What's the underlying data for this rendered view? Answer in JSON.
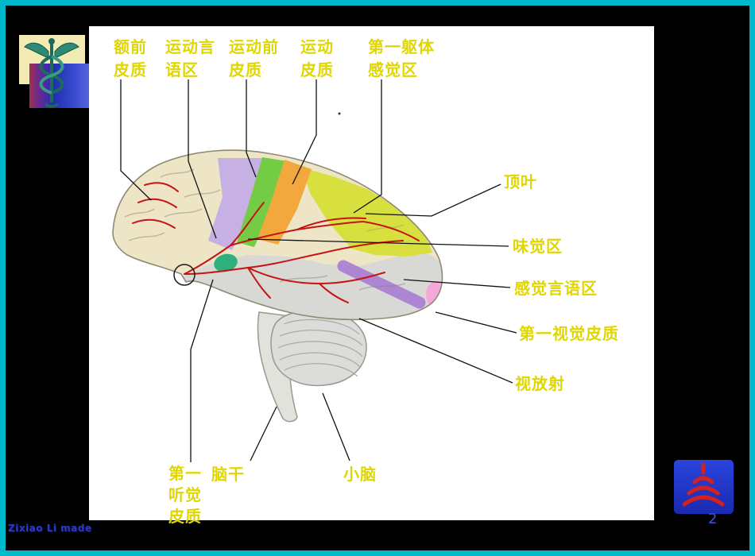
{
  "footer": {
    "credit": "Zixiao Li made",
    "page_number": "2"
  },
  "labels": {
    "top": [
      {
        "line1": "额前",
        "line2": "皮质"
      },
      {
        "line1": "运动言",
        "line2": "语区"
      },
      {
        "line1": "运动前",
        "line2": "皮质"
      },
      {
        "line1": "运动",
        "line2": "皮质"
      },
      {
        "line1": "第一躯体",
        "line2": "感觉区"
      }
    ],
    "right": [
      {
        "text": "顶叶"
      },
      {
        "text": "味觉区"
      },
      {
        "text": "感觉言语区"
      },
      {
        "text": "第一视觉皮质"
      },
      {
        "text": "视放射"
      }
    ],
    "bottom": [
      {
        "line1": "第一",
        "line2": "听觉",
        "line3": "皮质"
      },
      {
        "text": "脑干"
      },
      {
        "text": "小脑"
      }
    ]
  },
  "colors": {
    "label_yellow": "#E0D600",
    "border_cyan": "#00B8CC",
    "slide_background": "#000000",
    "panel_background": "#FFFFFF",
    "artery_red": "#C41414",
    "region_frontal_cream": "#EDE5C6",
    "region_premotor_lavender": "#C6B0E4",
    "region_motor_green": "#74CC44",
    "region_somatosensory_orange": "#F2A83C",
    "region_parietal_chartreuse": "#D8E040",
    "region_temporal_gray": "#D8D8D4",
    "region_visual_pink": "#F4A8D8",
    "region_optic_radiation_purple": "#A87CD4",
    "page_number_blue": "#4050E0",
    "credit_blue": "#2B3BBF"
  }
}
